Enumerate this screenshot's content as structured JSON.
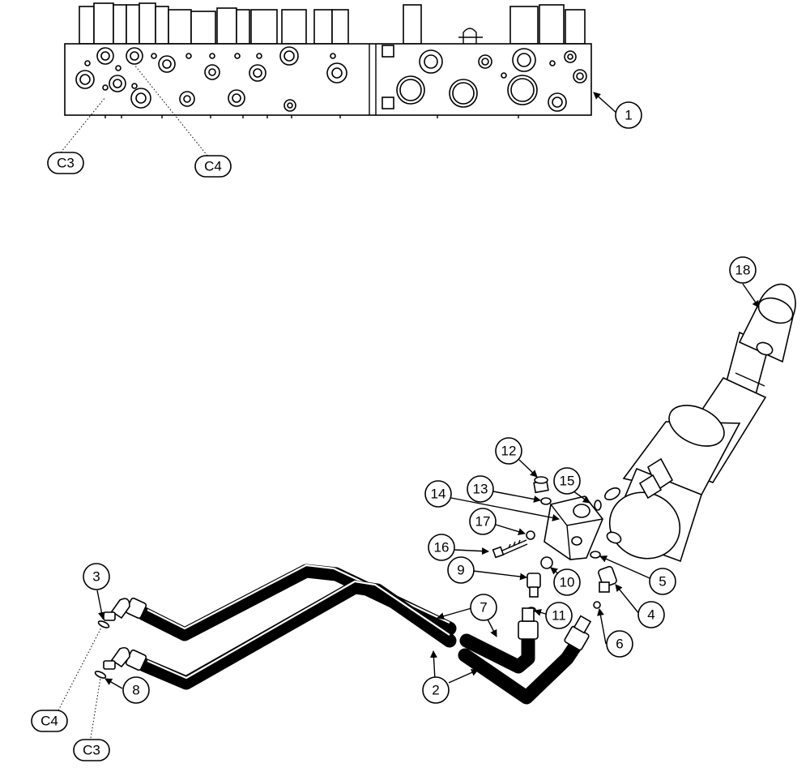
{
  "callouts": {
    "c1": "1",
    "c2": "2",
    "c3": "3",
    "c4": "4",
    "c5": "5",
    "c6": "6",
    "c7": "7",
    "c8": "8",
    "c9": "9",
    "c10": "10",
    "c11": "11",
    "c12": "12",
    "c13": "13",
    "c14": "14",
    "c15": "15",
    "c16": "16",
    "c17": "17",
    "c18": "18"
  },
  "ports": {
    "c3_top": "C3",
    "c4_top": "C4",
    "c4_bottom": "C4",
    "c3_bottom": "C3"
  }
}
